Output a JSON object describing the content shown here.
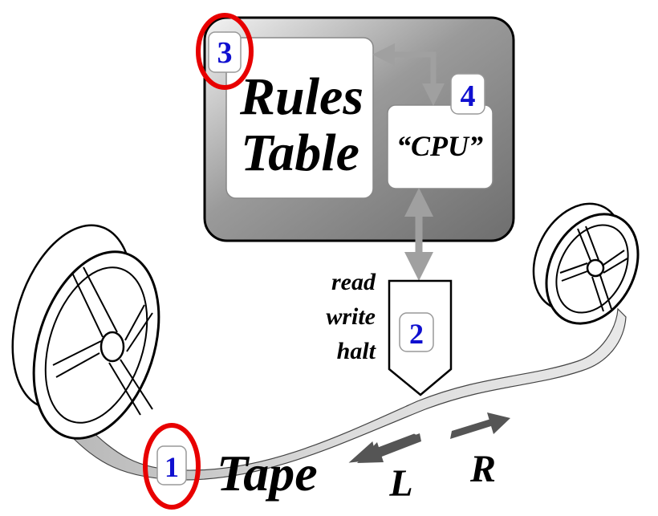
{
  "diagram": {
    "rules_table": {
      "line1": "Rules",
      "line2": "Table",
      "badge": "3"
    },
    "cpu": {
      "label": "“CPU”",
      "badge": "4"
    },
    "head": {
      "ops": [
        "read",
        "write",
        "halt"
      ],
      "badge": "2"
    },
    "tape": {
      "label": "Tape",
      "badge": "1"
    },
    "directions": {
      "left": "L",
      "right": "R"
    },
    "colors": {
      "badge_text": "#1010d0",
      "highlight_circle": "#e80000",
      "arrow_gray": "#a0a0a0",
      "direction_arrow": "#555555"
    }
  }
}
